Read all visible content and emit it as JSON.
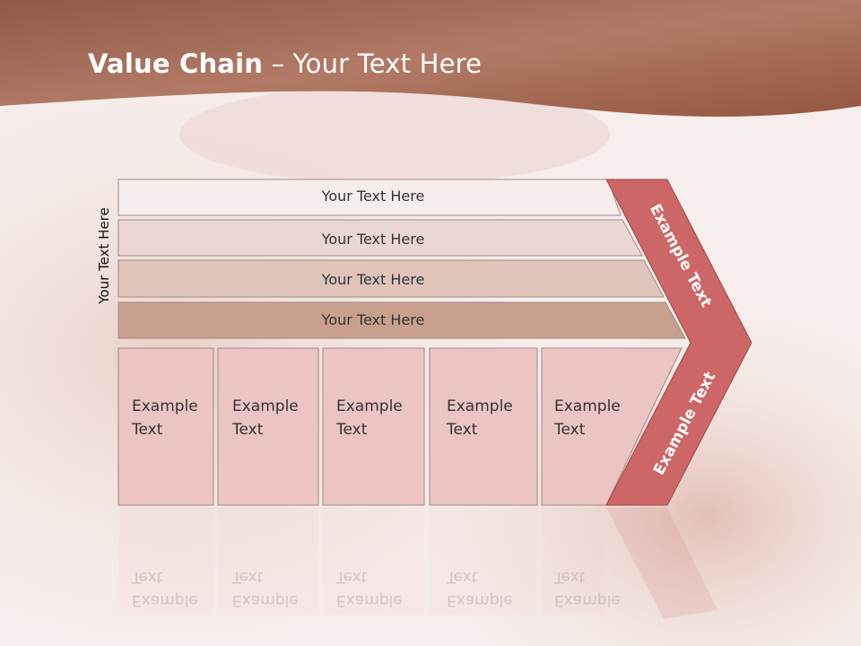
{
  "slide": {
    "title_bold": "Value Chain",
    "title_rest": " – Your Text Here",
    "vertical_label": "Your Text Here",
    "rows": [
      {
        "label": "Your Text Here"
      },
      {
        "label": "Your Text Here"
      },
      {
        "label": "Your Text Here"
      },
      {
        "label": "Your Text Here"
      }
    ],
    "boxes": [
      {
        "line1": "Example",
        "line2": "Text"
      },
      {
        "line1": "Example",
        "line2": "Text"
      },
      {
        "line1": "Example",
        "line2": "Text"
      },
      {
        "line1": "Example",
        "line2": "Text"
      },
      {
        "line1": "Example",
        "line2": "Text"
      }
    ],
    "chevron_upper_text": "Example Text",
    "chevron_lower_text": "Example Text"
  },
  "colors": {
    "header": "#a8705c",
    "row1": "#f6eceb",
    "row2": "#ead7d1",
    "row3": "#dfc4bc",
    "row4": "#c9a090",
    "box": "#ecc4c4",
    "chevron": "#cd6666"
  }
}
